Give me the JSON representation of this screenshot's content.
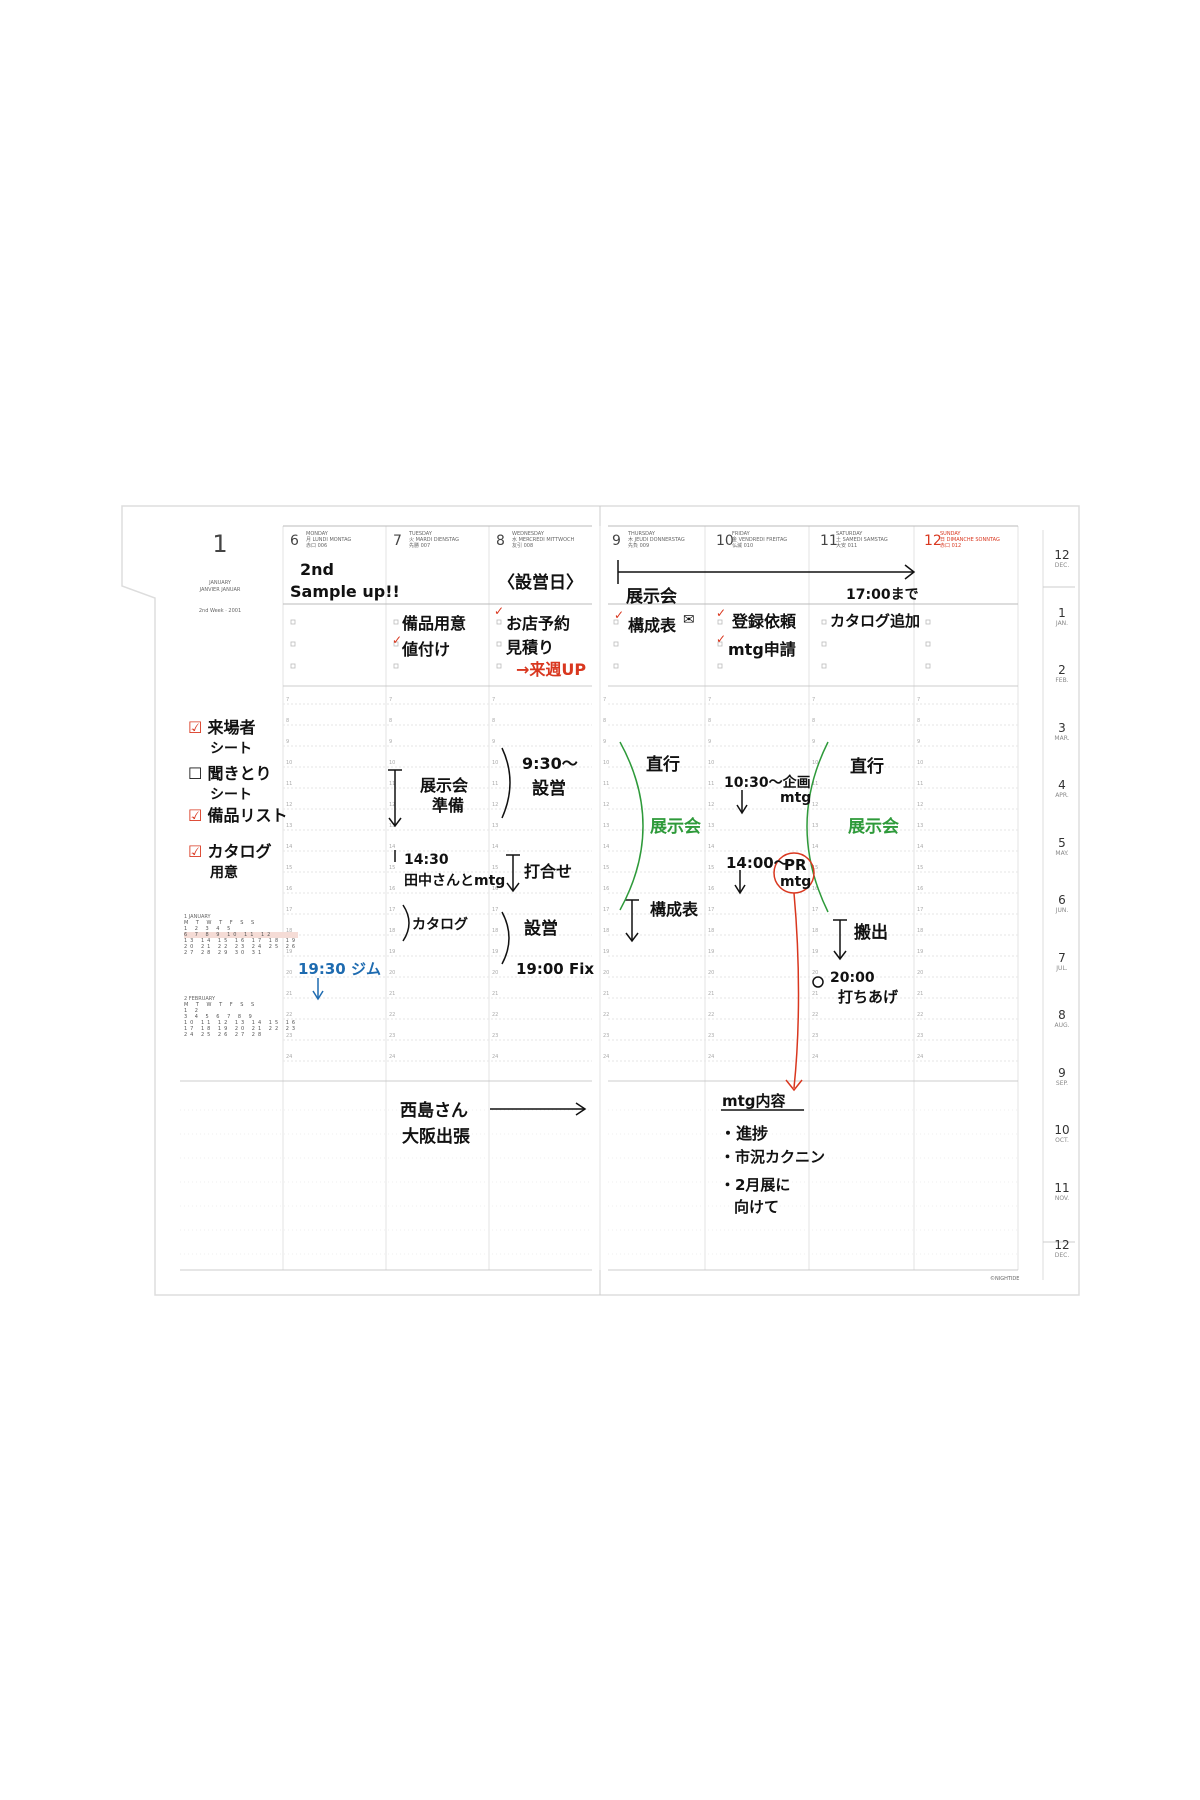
{
  "month_header": {
    "number": "1",
    "name": "JANUARY",
    "subname": "JANVIER JANUAR",
    "week": "2nd Week · 2001"
  },
  "days": [
    {
      "num": "6",
      "name": "MONDAY",
      "sub": "月 LUNDI MONTAG",
      "sub2": "赤口 006",
      "color": "#444"
    },
    {
      "num": "7",
      "name": "TUESDAY",
      "sub": "火 MARDI DIENSTAG",
      "sub2": "先勝 007",
      "color": "#444"
    },
    {
      "num": "8",
      "name": "WEDNESDAY",
      "sub": "水 MERCREDI MITTWOCH",
      "sub2": "友引 008",
      "color": "#444"
    },
    {
      "num": "9",
      "name": "THURSDAY",
      "sub": "木 JEUDI DONNERSTAG",
      "sub2": "先負 009",
      "color": "#444"
    },
    {
      "num": "10",
      "name": "FRIDAY",
      "sub": "金 VENDREDI FREITAG",
      "sub2": "仏滅 010",
      "color": "#444"
    },
    {
      "num": "11",
      "name": "SATURDAY",
      "sub": "土 SAMEDI SAMSTAG",
      "sub2": "大安 011",
      "color": "#444"
    },
    {
      "num": "12",
      "name": "SUNDAY",
      "sub": "日 DIMANCHE SONNTAG",
      "sub2": "赤口 012",
      "color": "#d9371f"
    }
  ],
  "hours": [
    "7",
    "8",
    "9",
    "10",
    "11",
    "12",
    "13",
    "14",
    "15",
    "16",
    "17",
    "18",
    "19",
    "20",
    "21",
    "22",
    "23",
    "24"
  ],
  "todo_list": [
    {
      "line1": "来場者",
      "line2": "シート"
    },
    {
      "line1": "聞きとり",
      "line2": "シート"
    },
    {
      "line1": "備品リスト",
      "line2": ""
    },
    {
      "line1": "カタログ",
      "line2": "用意"
    }
  ],
  "mini_calendars": [
    {
      "title": "1 JANUARY",
      "head": "M T W T F S S",
      "rows": [
        "      1 2 3 4 5",
        "6 7 8 9 10 11 12",
        "13 14 15 16 17 18 19",
        "20 21 22 23 24 25 26",
        "27 28 29 30 31"
      ]
    },
    {
      "title": "2 FEBRUARY",
      "head": "M T W T F S S",
      "rows": [
        "            1 2",
        "3 4 5 6 7 8 9",
        "10 11 12 13 14 15 16",
        "17 18 19 20 21 22 23",
        "24 25 26 27 28"
      ]
    }
  ],
  "tabs": [
    {
      "num": "12",
      "mon": "DEC."
    },
    {
      "num": "1",
      "mon": "JAN."
    },
    {
      "num": "2",
      "mon": "FEB."
    },
    {
      "num": "3",
      "mon": "MAR."
    },
    {
      "num": "4",
      "mon": "APR."
    },
    {
      "num": "5",
      "mon": "MAY."
    },
    {
      "num": "6",
      "mon": "JUN."
    },
    {
      "num": "7",
      "mon": "JUL."
    },
    {
      "num": "8",
      "mon": "AUG."
    },
    {
      "num": "9",
      "mon": "SEP."
    },
    {
      "num": "10",
      "mon": "OCT."
    },
    {
      "num": "11",
      "mon": "NOV."
    },
    {
      "num": "12",
      "mon": "DEC."
    }
  ],
  "notes": {
    "mon_top": "2nd",
    "mon_top2": "Sample up!!",
    "tue_1": "備品用意",
    "tue_2": "値付け",
    "wed_head": "〈設営日〉",
    "wed_1": "お店予約",
    "wed_2": "見積り",
    "wed_3": "→来週UP",
    "thu_event": "展示会",
    "sat_time": "17:00まで",
    "thu_1": "構成表",
    "fri_1": "登録依頼",
    "fri_2": "mtg申請",
    "sat_1": "カタログ追加",
    "tue_a1": "展示会",
    "tue_a2": "準備",
    "tue_b1": "14:30",
    "tue_b2": "田中さんとmtg",
    "tue_c": "カタログ",
    "wed_a1": "9:30〜",
    "wed_a2": "設営",
    "wed_b": "打合せ",
    "wed_c": "設営",
    "wed_d": "19:00 Fix",
    "mon_gym": "19:30 ジム",
    "thu_a": "直行",
    "thu_b": "展示会",
    "thu_c": "構成表",
    "fri_a1": "10:30〜企画",
    "fri_a2": "mtg",
    "fri_b": "14:00〜",
    "fri_pr1": "PR",
    "fri_pr2": "mtg",
    "sat_a": "直行",
    "sat_b": "展示会",
    "sat_c": "搬出",
    "sat_d1": "20:00",
    "sat_d2": "打ちあげ",
    "memo_l1": "西島さん",
    "memo_l2": "大阪出張",
    "memo_r_title": "mtg内容",
    "memo_r1": "・進捗",
    "memo_r2": "・市況カクニン",
    "memo_r3": "・2月展に",
    "memo_r4": "向けて"
  },
  "copyright": "©NIGHTIDE"
}
